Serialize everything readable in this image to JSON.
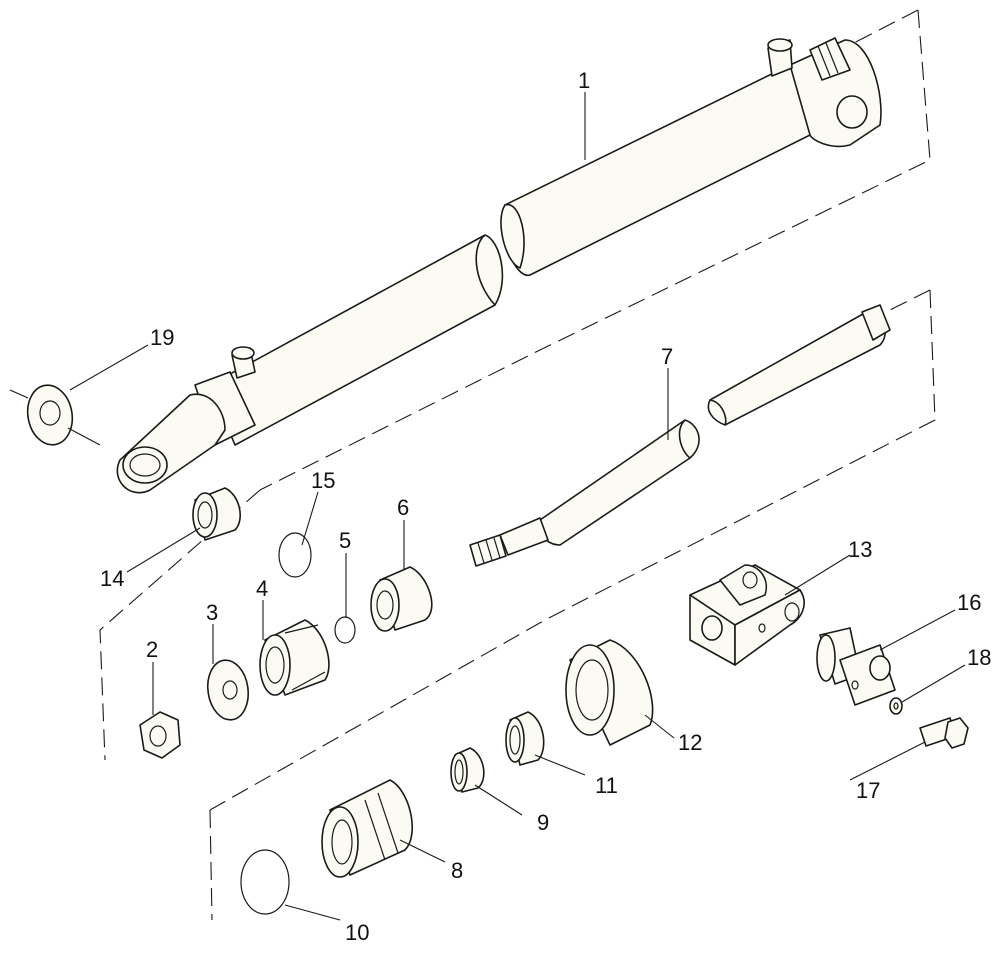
{
  "callouts": [
    {
      "id": "c1",
      "text": "1"
    },
    {
      "id": "c2",
      "text": "2"
    },
    {
      "id": "c3",
      "text": "3"
    },
    {
      "id": "c4",
      "text": "4"
    },
    {
      "id": "c5",
      "text": "5"
    },
    {
      "id": "c6",
      "text": "6"
    },
    {
      "id": "c7",
      "text": "7"
    },
    {
      "id": "c8",
      "text": "8"
    },
    {
      "id": "c9",
      "text": "9"
    },
    {
      "id": "c10",
      "text": "10"
    },
    {
      "id": "c11",
      "text": "11"
    },
    {
      "id": "c12",
      "text": "12"
    },
    {
      "id": "c13",
      "text": "13"
    },
    {
      "id": "c14",
      "text": "14"
    },
    {
      "id": "c15",
      "text": "15"
    },
    {
      "id": "c16",
      "text": "16"
    },
    {
      "id": "c17",
      "text": "17"
    },
    {
      "id": "c18",
      "text": "18"
    },
    {
      "id": "c19",
      "text": "19"
    }
  ]
}
